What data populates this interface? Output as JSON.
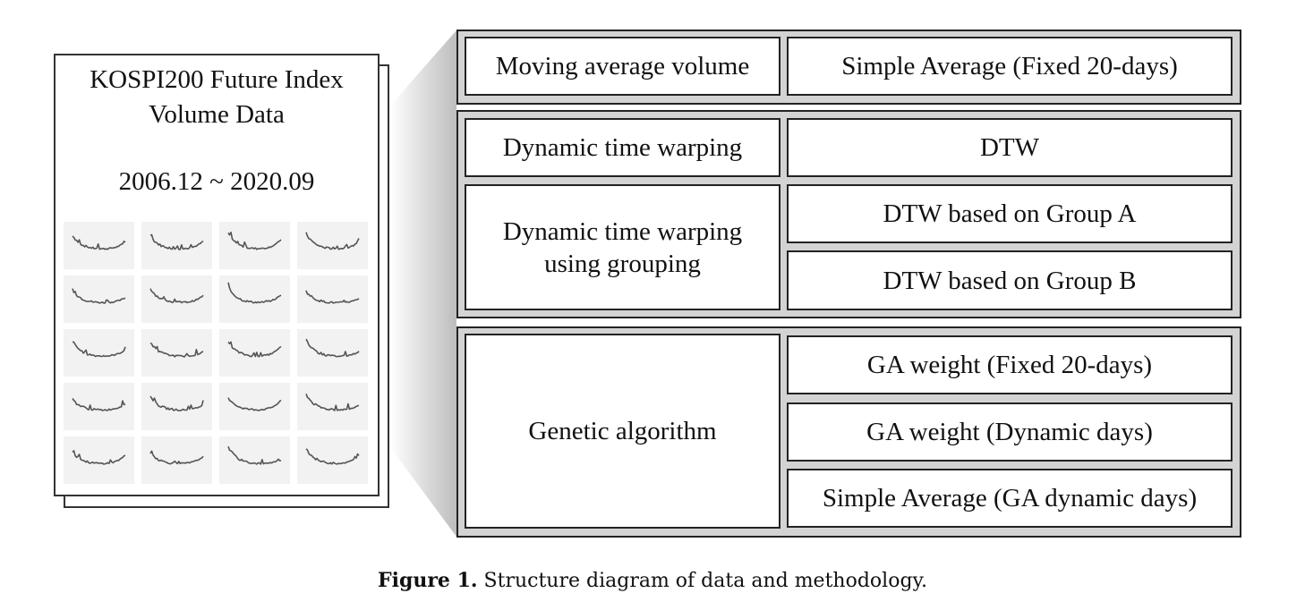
{
  "data_source": {
    "title_line1": "KOSPI200 Future Index",
    "title_line2": "Volume Data",
    "date_range": "2006.12 ~ 2020.09",
    "thumbnail_count": 20,
    "thumbnail_label": "volume-series-sparkline"
  },
  "methods": [
    {
      "category": "Moving average volume",
      "variants": [
        "Simple Average (Fixed 20-days)"
      ]
    },
    {
      "category": "Dynamic time warping",
      "variants": [
        "DTW"
      ]
    },
    {
      "category": "Dynamic time warping using grouping",
      "category_lines": [
        "Dynamic time warping",
        "using grouping"
      ],
      "variants": [
        "DTW based on Group A",
        "DTW based on Group B"
      ]
    },
    {
      "category": "Genetic algorithm",
      "variants": [
        "GA weight (Fixed 20-days)",
        "GA weight (Dynamic days)",
        "Simple Average (GA dynamic days)"
      ]
    }
  ],
  "caption": {
    "label": "Figure 1.",
    "text": " Structure diagram of data and methodology."
  },
  "colors": {
    "panel_fill": "#d3d3d3",
    "cell_fill": "#ffffff",
    "border": "#222222",
    "thumb_bg": "#f2f2f2",
    "sparkline": "#555555"
  }
}
